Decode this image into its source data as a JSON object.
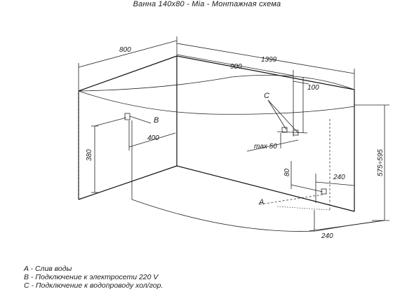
{
  "title": "Ванна 140х80 - Mia - Монтажная схема",
  "dimensions": {
    "d800": "800",
    "d1399": "1399",
    "d900": "900",
    "d100": "100",
    "d400": "400",
    "d380": "380",
    "dmax50": "max 50",
    "d80": "80",
    "d240a": "240",
    "d575": "575÷595",
    "d240b": "240"
  },
  "markers": {
    "a": "A",
    "b": "B",
    "c": "C"
  },
  "legend": [
    "A - Слив воды",
    "B - Подключение к электросети 220 V",
    "C - Подключение к водопроводу хол/гор."
  ]
}
